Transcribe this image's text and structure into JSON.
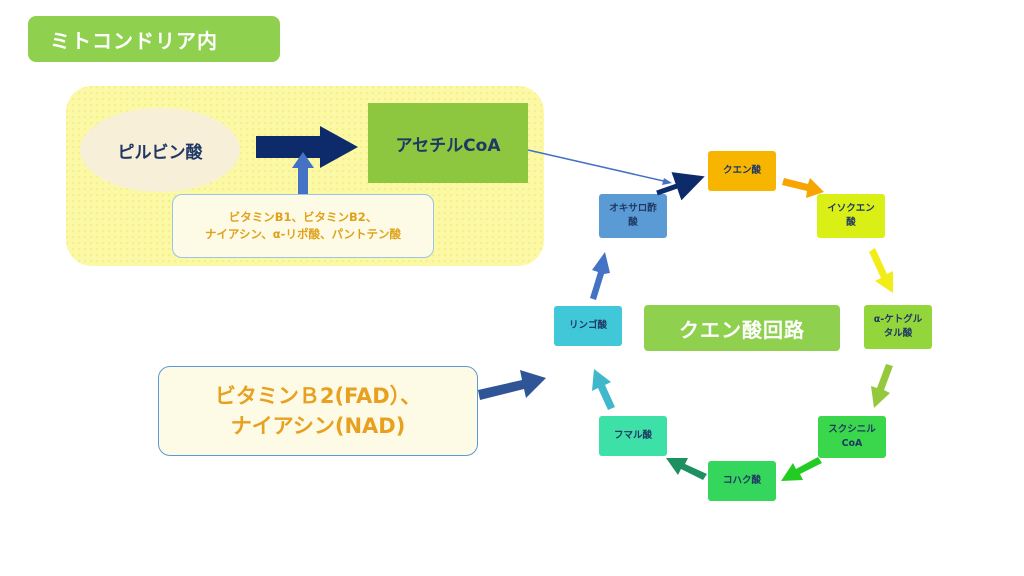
{
  "title_badge": "ミトコンドリア内",
  "pyruvate": "ピルビン酸",
  "acetyl_coa": "アセチルCoA",
  "vitamins_top": {
    "line1": "ビタミンB1、ビタミンB2、",
    "line2": "ナイアシン、α-リポ酸、パントテン酸"
  },
  "vitamins_bottom": {
    "line1": "ビタミンＢ2(FAD）、",
    "line2": "ナイアシン(NAD)"
  },
  "cycle_label": "クエン酸回路",
  "cycle_nodes": {
    "citrate": {
      "line1": "クエン酸",
      "color": "#f7b500"
    },
    "isocitrate": {
      "line1": "イソクエン",
      "line2": "酸",
      "color": "#d9ef16"
    },
    "ketoglutarate": {
      "line1": "α-ケトグル",
      "line2": "タル酸",
      "color": "#93d63b"
    },
    "succinyl_coa": {
      "line1": "スクシニル",
      "line2": "CoA",
      "color": "#3ad64b"
    },
    "succinate": {
      "line1": "コハク酸",
      "color": "#34d65c"
    },
    "fumarate": {
      "line1": "フマル酸",
      "color": "#3de0a6"
    },
    "malate": {
      "line1": "リンゴ酸",
      "color": "#40c8d8"
    },
    "oxaloacetate": {
      "line1": "オキサロ酢",
      "line2": "酸",
      "color": "#5b9bd5"
    }
  }
}
